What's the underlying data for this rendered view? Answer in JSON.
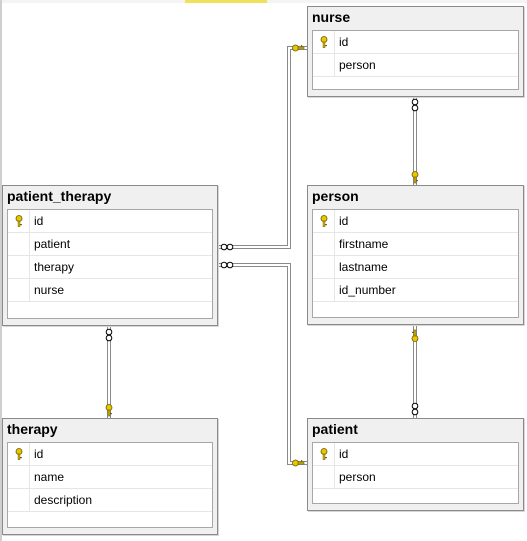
{
  "tables": {
    "nurse": {
      "name": "nurse",
      "columns": [
        "id",
        "person"
      ]
    },
    "person": {
      "name": "person",
      "columns": [
        "id",
        "firstname",
        "lastname",
        "id_number"
      ]
    },
    "patient_therapy": {
      "name": "patient_therapy",
      "columns": [
        "id",
        "patient",
        "therapy",
        "nurse"
      ]
    },
    "therapy": {
      "name": "therapy",
      "columns": [
        "id",
        "name",
        "description"
      ]
    },
    "patient": {
      "name": "patient",
      "columns": [
        "id",
        "person"
      ]
    }
  },
  "primary_key_column": "id",
  "colors": {
    "key": "#e8c600",
    "line": "#8a8a8a",
    "header": "#f0f0f0"
  },
  "relationships": [
    {
      "from": "patient_therapy.nurse",
      "to": "nurse.id"
    },
    {
      "from": "patient_therapy.patient",
      "to": "patient.id"
    },
    {
      "from": "patient_therapy.therapy",
      "to": "therapy.id"
    },
    {
      "from": "nurse.person",
      "to": "person.id"
    },
    {
      "from": "patient.person",
      "to": "person.id"
    }
  ]
}
